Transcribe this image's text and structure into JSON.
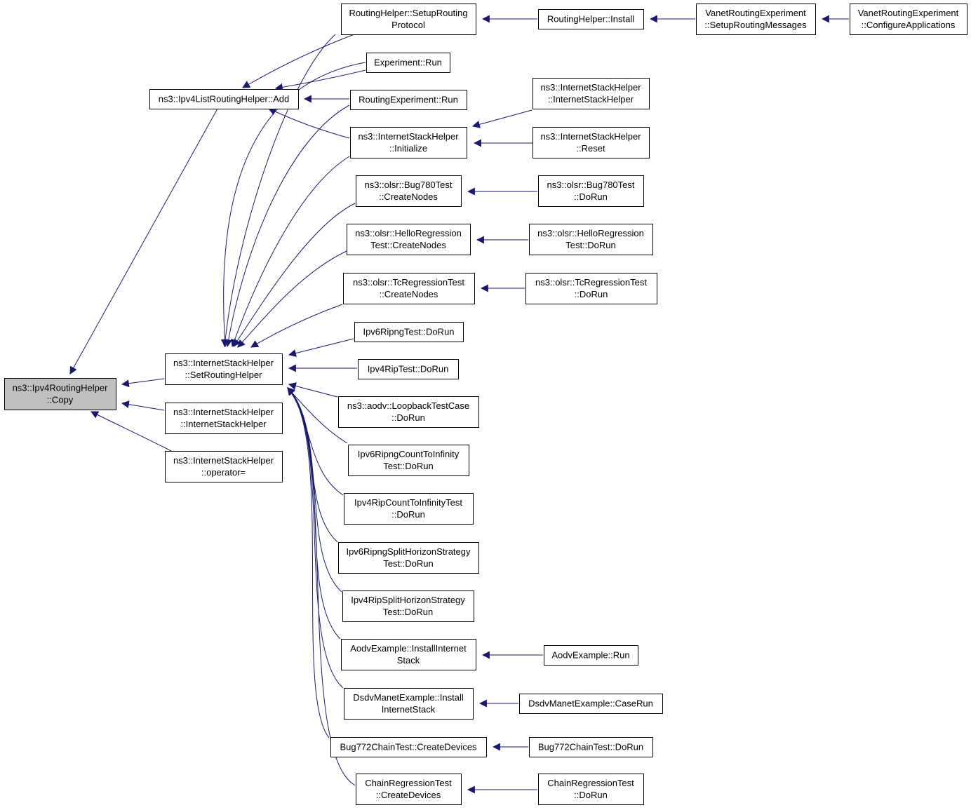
{
  "colors": {
    "edge": "#191970",
    "node_fill": "#ffffff",
    "root_fill": "#bfbfbf",
    "border": "#000000"
  },
  "nodes": {
    "copy": [
      "ns3::Ipv4RoutingHelper",
      "::Copy"
    ],
    "add": [
      "ns3::Ipv4ListRoutingHelper::Add"
    ],
    "setrh": [
      "ns3::InternetStackHelper",
      "::SetRoutingHelper"
    ],
    "ish_ctor": [
      "ns3::InternetStackHelper",
      "::InternetStackHelper"
    ],
    "ish_op": [
      "ns3::InternetStackHelper",
      "::operator="
    ],
    "rh_setup": [
      "RoutingHelper::SetupRouting",
      "Protocol"
    ],
    "exp_run": [
      "Experiment::Run"
    ],
    "rexp_run": [
      "RoutingExperiment::Run"
    ],
    "ish_init": [
      "ns3::InternetStackHelper",
      "::Initialize"
    ],
    "bug780_cn": [
      "ns3::olsr::Bug780Test",
      "::CreateNodes"
    ],
    "hello_cn": [
      "ns3::olsr::HelloRegression",
      "Test::CreateNodes"
    ],
    "tc_cn": [
      "ns3::olsr::TcRegressionTest",
      "::CreateNodes"
    ],
    "ripng_dorun": [
      "Ipv6RipngTest::DoRun"
    ],
    "rip_dorun": [
      "Ipv4RipTest::DoRun"
    ],
    "aodv_loop": [
      "ns3::aodv::LoopbackTestCase",
      "::DoRun"
    ],
    "ripng_cti": [
      "Ipv6RipngCountToInfinity",
      "Test::DoRun"
    ],
    "rip_cti": [
      "Ipv4RipCountToInfinityTest",
      "::DoRun"
    ],
    "ripng_shs": [
      "Ipv6RipngSplitHorizonStrategy",
      "Test::DoRun"
    ],
    "rip_shs": [
      "Ipv4RipSplitHorizonStrategy",
      "Test::DoRun"
    ],
    "aodvex_install": [
      "AodvExample::InstallInternet",
      "Stack"
    ],
    "dsdv_install": [
      "DsdvManetExample::Install",
      "InternetStack"
    ],
    "bug772_cd": [
      "Bug772ChainTest::CreateDevices"
    ],
    "chain_cd": [
      "ChainRegressionTest",
      "::CreateDevices"
    ],
    "rh_install": [
      "RoutingHelper::Install"
    ],
    "vre_setup": [
      "VanetRoutingExperiment",
      "::SetupRoutingMessages"
    ],
    "vre_config": [
      "VanetRoutingExperiment",
      "::ConfigureApplications"
    ],
    "ish_ctor2": [
      "ns3::InternetStackHelper",
      "::InternetStackHelper"
    ],
    "ish_reset": [
      "ns3::InternetStackHelper",
      "::Reset"
    ],
    "bug780_dorun": [
      "ns3::olsr::Bug780Test",
      "::DoRun"
    ],
    "hello_dorun": [
      "ns3::olsr::HelloRegression",
      "Test::DoRun"
    ],
    "tc_dorun": [
      "ns3::olsr::TcRegressionTest",
      "::DoRun"
    ],
    "aodvex_run": [
      "AodvExample::Run"
    ],
    "dsdv_caserun": [
      "DsdvManetExample::CaseRun"
    ],
    "bug772_dorun": [
      "Bug772ChainTest::DoRun"
    ],
    "chain_dorun": [
      "ChainRegressionTest",
      "::DoRun"
    ]
  }
}
